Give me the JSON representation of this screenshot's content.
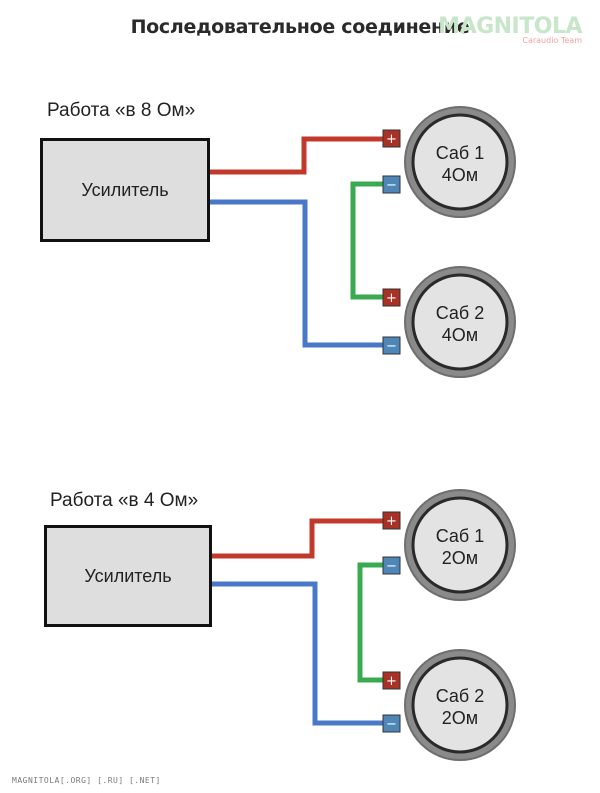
{
  "title": "Последовательное соединение",
  "logo": {
    "mark": "MAGNITOLA",
    "sub": "Caraudio Team"
  },
  "colors": {
    "positive": "#c0392b",
    "negative": "#4a78c8",
    "bridge": "#3aaa50",
    "amp_fill": "#dedede"
  },
  "sections": [
    {
      "label": "Работа «в 8 Ом»",
      "amp": "Усилитель",
      "subs": [
        {
          "name": "Саб 1",
          "ohm": "4Ом"
        },
        {
          "name": "Саб 2",
          "ohm": "4Ом"
        }
      ]
    },
    {
      "label": "Работа «в 4 Ом»",
      "amp": "Усилитель",
      "subs": [
        {
          "name": "Саб 1",
          "ohm": "2Ом"
        },
        {
          "name": "Саб 2",
          "ohm": "2Ом"
        }
      ]
    }
  ],
  "terminal": {
    "plus": "+",
    "minus": "−"
  },
  "footer": "MAGNITOLA[.ORG] [.RU] [.NET]"
}
